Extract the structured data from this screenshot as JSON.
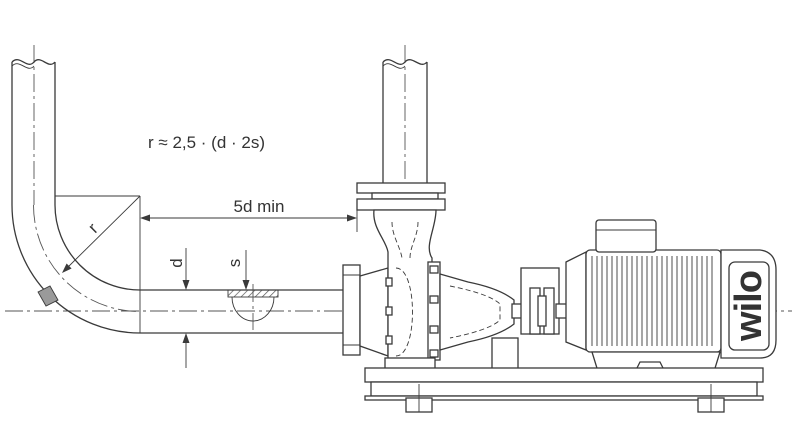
{
  "formula": "r ≈ 2,5 · (d · 2s)",
  "labels": {
    "length": "5d min",
    "radius": "r",
    "diameter": "d",
    "wall": "s"
  },
  "logo": "wilo",
  "colors": {
    "line": "#3a3a3a",
    "centerline": "#555555",
    "hatch": "#555555",
    "tab": "#9a9a9a",
    "background": "#ffffff"
  }
}
